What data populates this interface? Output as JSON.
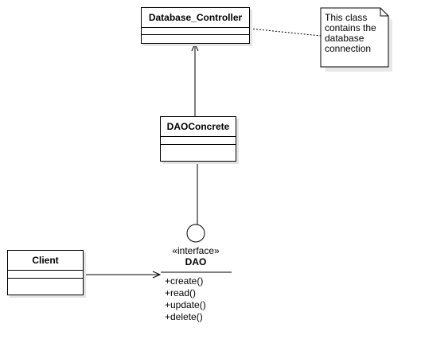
{
  "classes": {
    "database_controller": {
      "name": "Database_Controller"
    },
    "dao_concrete": {
      "name": "DAOConcrete"
    },
    "client": {
      "name": "Client"
    }
  },
  "note": {
    "lines": [
      "This class",
      "contains the",
      "database",
      "connection"
    ]
  },
  "interface": {
    "stereotype": "«interface»",
    "name": "DAO",
    "operations": [
      "+create()",
      "+read()",
      "+update()",
      "+delete()"
    ]
  },
  "colors": {
    "line": "#000000",
    "shadow": "#e4e4e4",
    "background": "#ffffff"
  }
}
